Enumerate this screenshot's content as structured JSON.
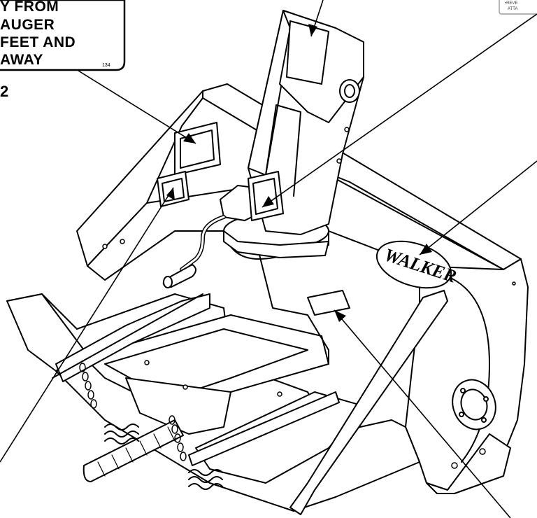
{
  "warning_decal": {
    "lines": [
      "Y FROM",
      "AUGER",
      "FEET AND",
      "AWAY"
    ],
    "code": "134"
  },
  "figure_number": "2",
  "corner_decal": {
    "line1": "•REVE",
    "line2": "ATTA"
  },
  "brand_decal": {
    "text": "WALKER"
  },
  "colors": {
    "line": "#000000",
    "paper": "#ffffff"
  }
}
